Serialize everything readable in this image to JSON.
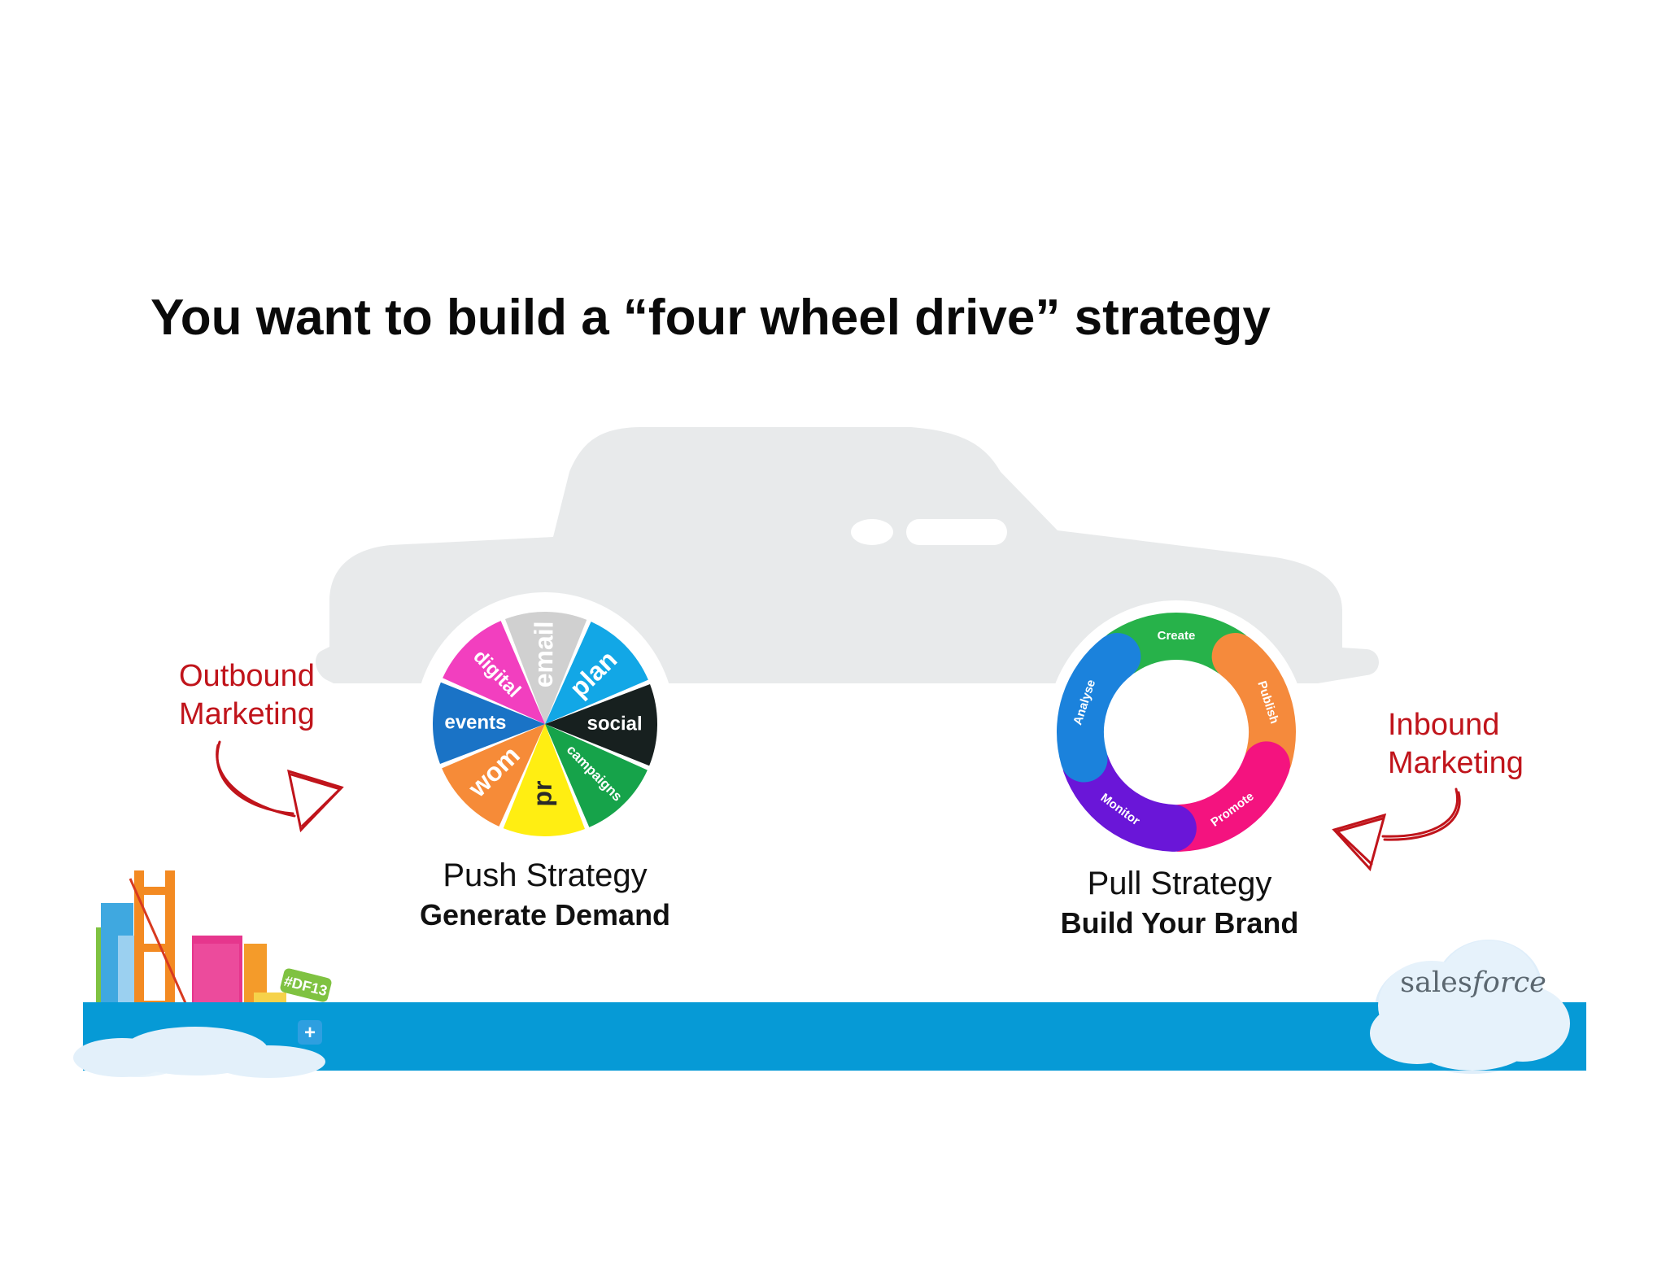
{
  "slide": {
    "title": "You want to build a “four wheel drive” strategy"
  },
  "labels": {
    "outbound_line1": "Outbound",
    "outbound_line2": "Marketing",
    "inbound_line1": "Inbound",
    "inbound_line2": "Marketing"
  },
  "push": {
    "name": "Push Strategy",
    "subtitle": "Generate Demand",
    "segments": [
      {
        "label": "email",
        "color": "#d0d0d0",
        "text_color": "#ffffff"
      },
      {
        "label": "plan",
        "color": "#12a7e6",
        "text_color": "#ffffff"
      },
      {
        "label": "social",
        "color": "#17201f",
        "text_color": "#ffffff"
      },
      {
        "label": "campaigns",
        "color": "#16a34a",
        "text_color": "#ffffff"
      },
      {
        "label": "pr",
        "color": "#ffee12",
        "text_color": "#2a2a2a"
      },
      {
        "label": "wom",
        "color": "#f68b38",
        "text_color": "#ffffff"
      },
      {
        "label": "events",
        "color": "#1a73c6",
        "text_color": "#ffffff"
      },
      {
        "label": "digital",
        "color": "#f23fbf",
        "text_color": "#ffffff"
      }
    ]
  },
  "pull": {
    "name": "Pull Strategy",
    "subtitle": "Build Your Brand",
    "segments": [
      {
        "label": "Create",
        "color": "#27b24a"
      },
      {
        "label": "Publish",
        "color": "#f58a3c"
      },
      {
        "label": "Promote",
        "color": "#f4137f"
      },
      {
        "label": "Monitor",
        "color": "#6a16d8"
      },
      {
        "label": "Analyse",
        "color": "#1b82dc"
      }
    ]
  },
  "badges": {
    "event_tag": "#DF13",
    "plus": "+"
  },
  "logo": {
    "text_regular": "sales",
    "text_italic": "force"
  },
  "colors": {
    "car_body": "#e8eaeb",
    "accent_red": "#c0141b",
    "footer_blue": "#069ad6"
  }
}
